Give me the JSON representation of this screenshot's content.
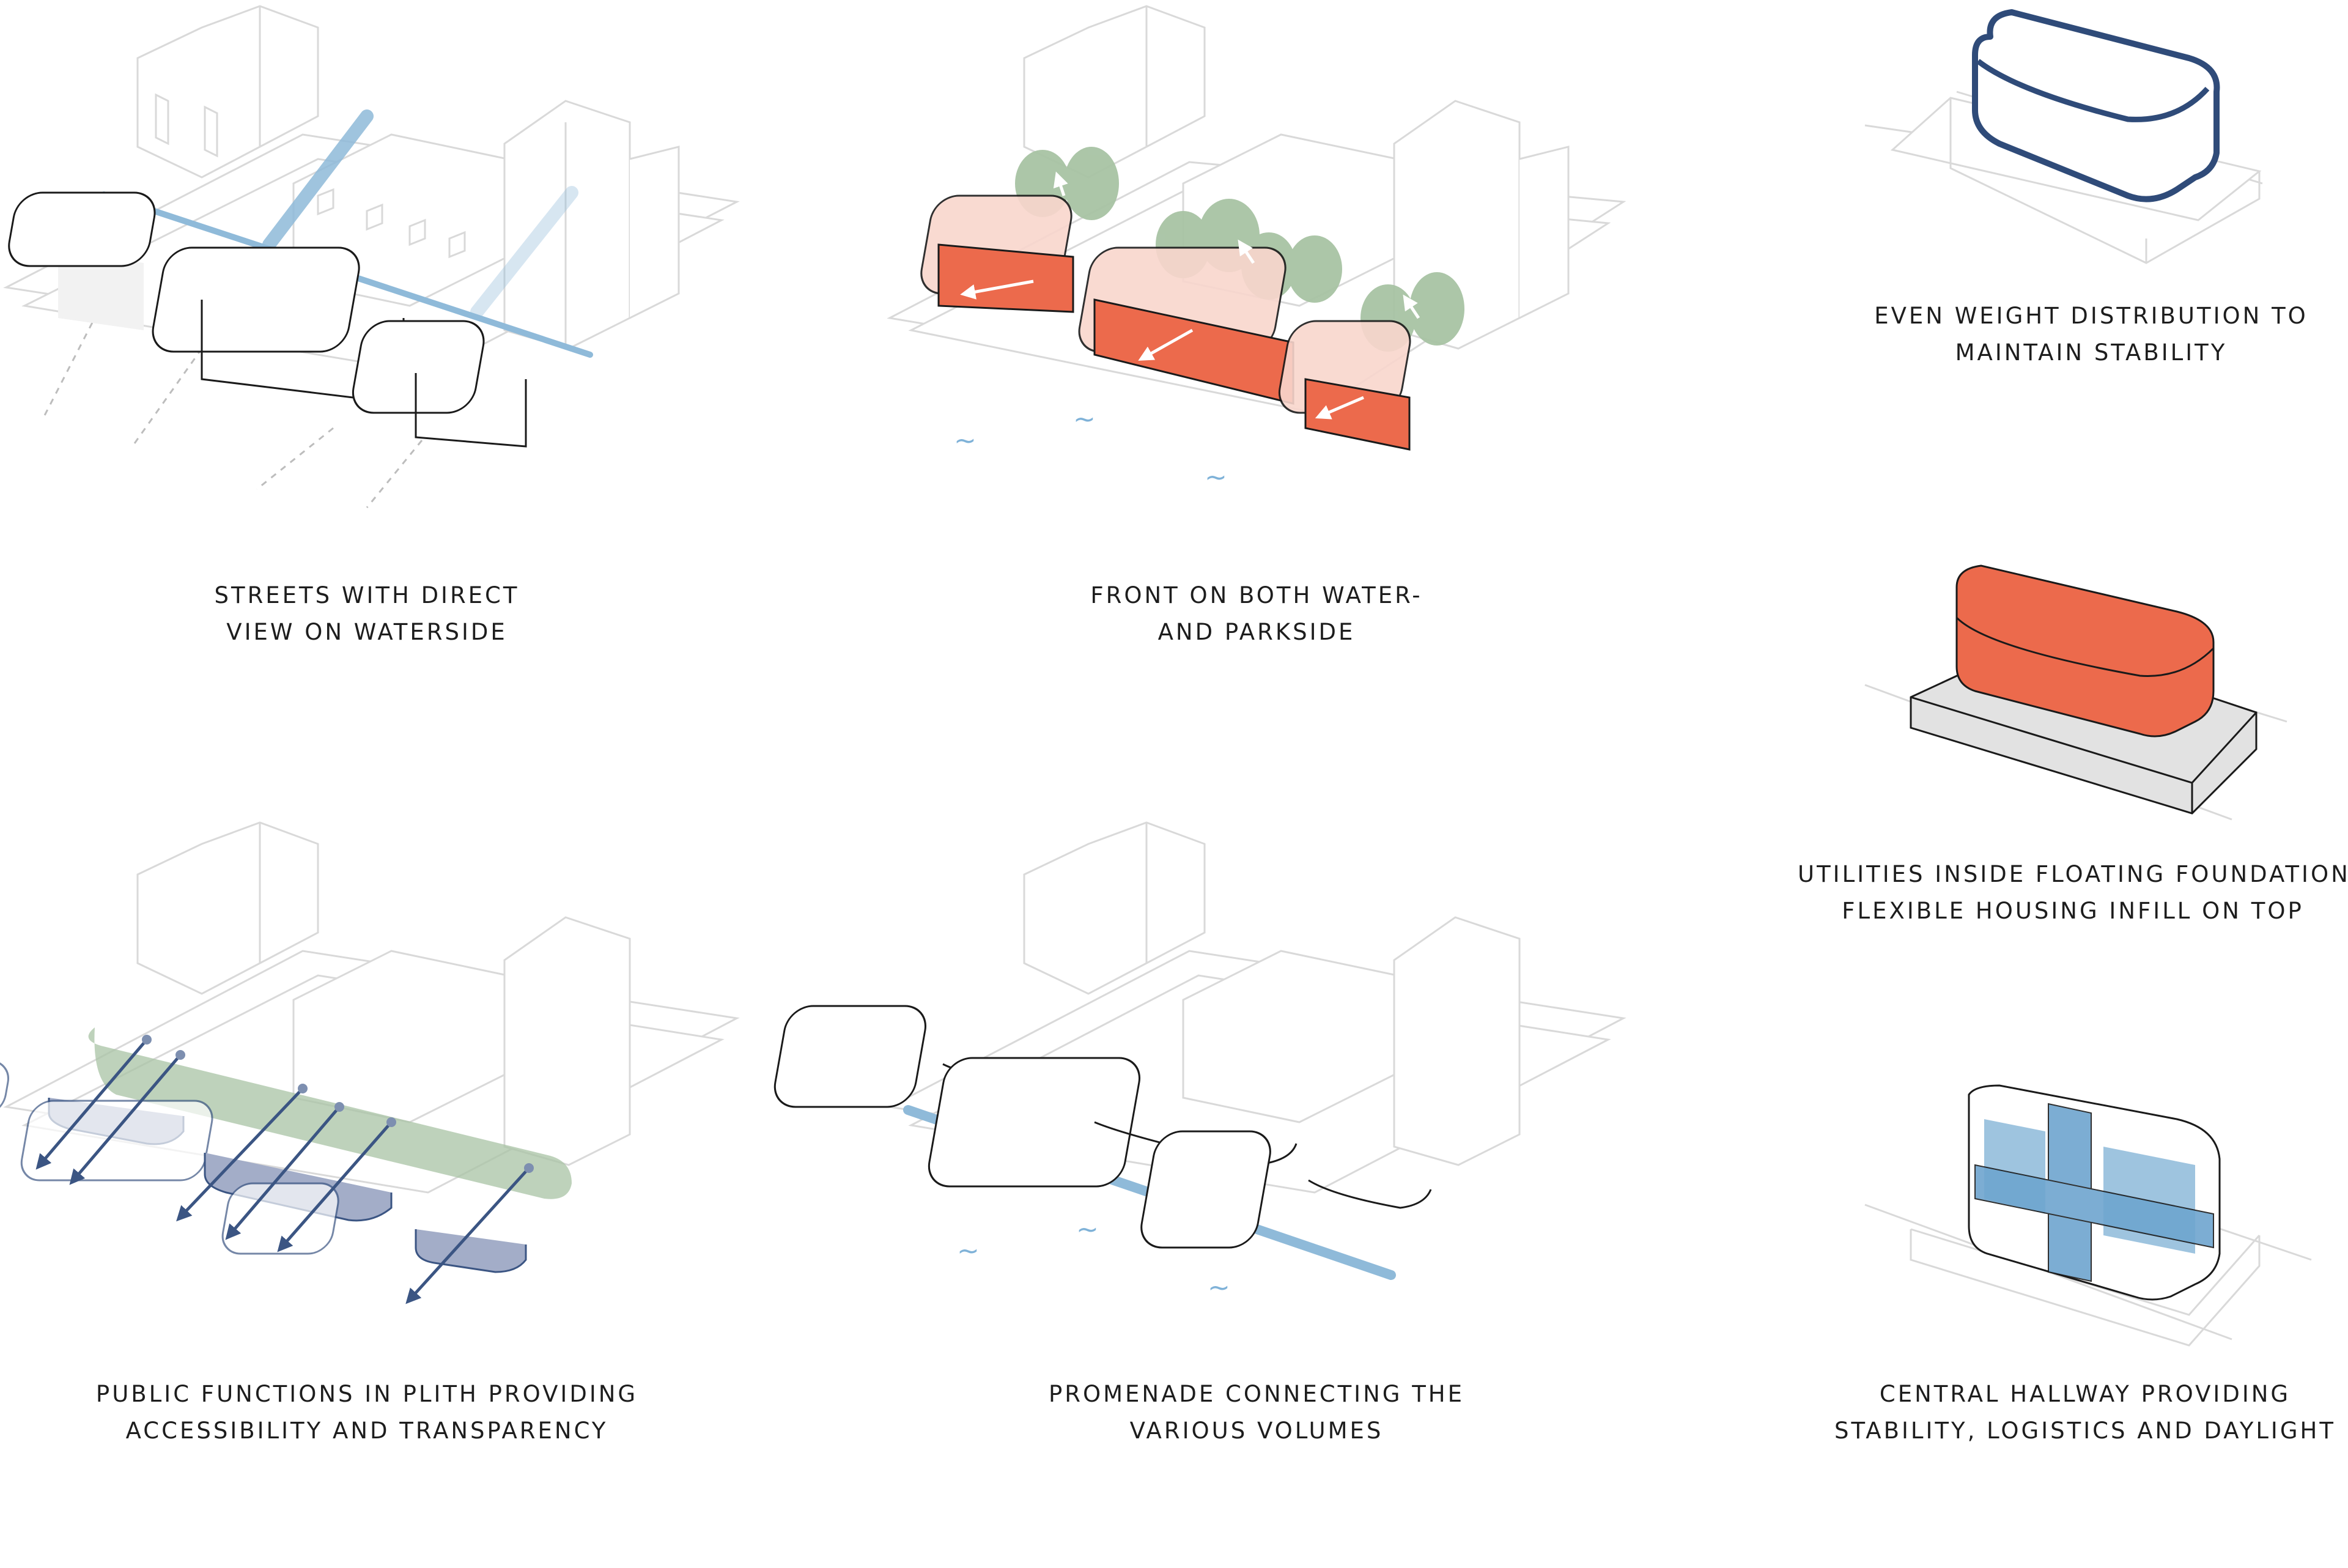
{
  "colors": {
    "context_stroke": "#d9d9d9",
    "volume_stroke": "#1a1a1a",
    "street_blue": "#8fbad9",
    "water_blue": "#7fb2d8",
    "front_red": "#ec6a4c",
    "front_pink": "#f9d6cd",
    "tree_green": "#a8c3a4",
    "plinth_navy": "#3b5583",
    "plinth_fill": "#a3adc8",
    "stability_outline": "#2f4b79",
    "hallway_blue": "#8dbad9",
    "foundation_grey": "#e2e2e2"
  },
  "water_symbol": "~",
  "captions": {
    "streets": [
      "STREETS WITH DIRECT",
      "VIEW ON WATERSIDE"
    ],
    "front": [
      "FRONT ON BOTH WATER-",
      "AND PARKSIDE"
    ],
    "weight": [
      "EVEN WEIGHT DISTRIBUTION TO",
      "MAINTAIN STABILITY"
    ],
    "utilities": [
      "UTILITIES INSIDE FLOATING FOUNDATION",
      "FLEXIBLE HOUSING INFILL ON TOP"
    ],
    "public": [
      "PUBLIC FUNCTIONS IN PLITH PROVIDING",
      "ACCESSIBILITY AND TRANSPARENCY"
    ],
    "promenade": [
      "PROMENADE CONNECTING THE",
      "VARIOUS VOLUMES"
    ],
    "hallway": [
      "CENTRAL HALLWAY PROVIDING",
      "STABILITY, LOGISTICS AND DAYLIGHT"
    ]
  }
}
